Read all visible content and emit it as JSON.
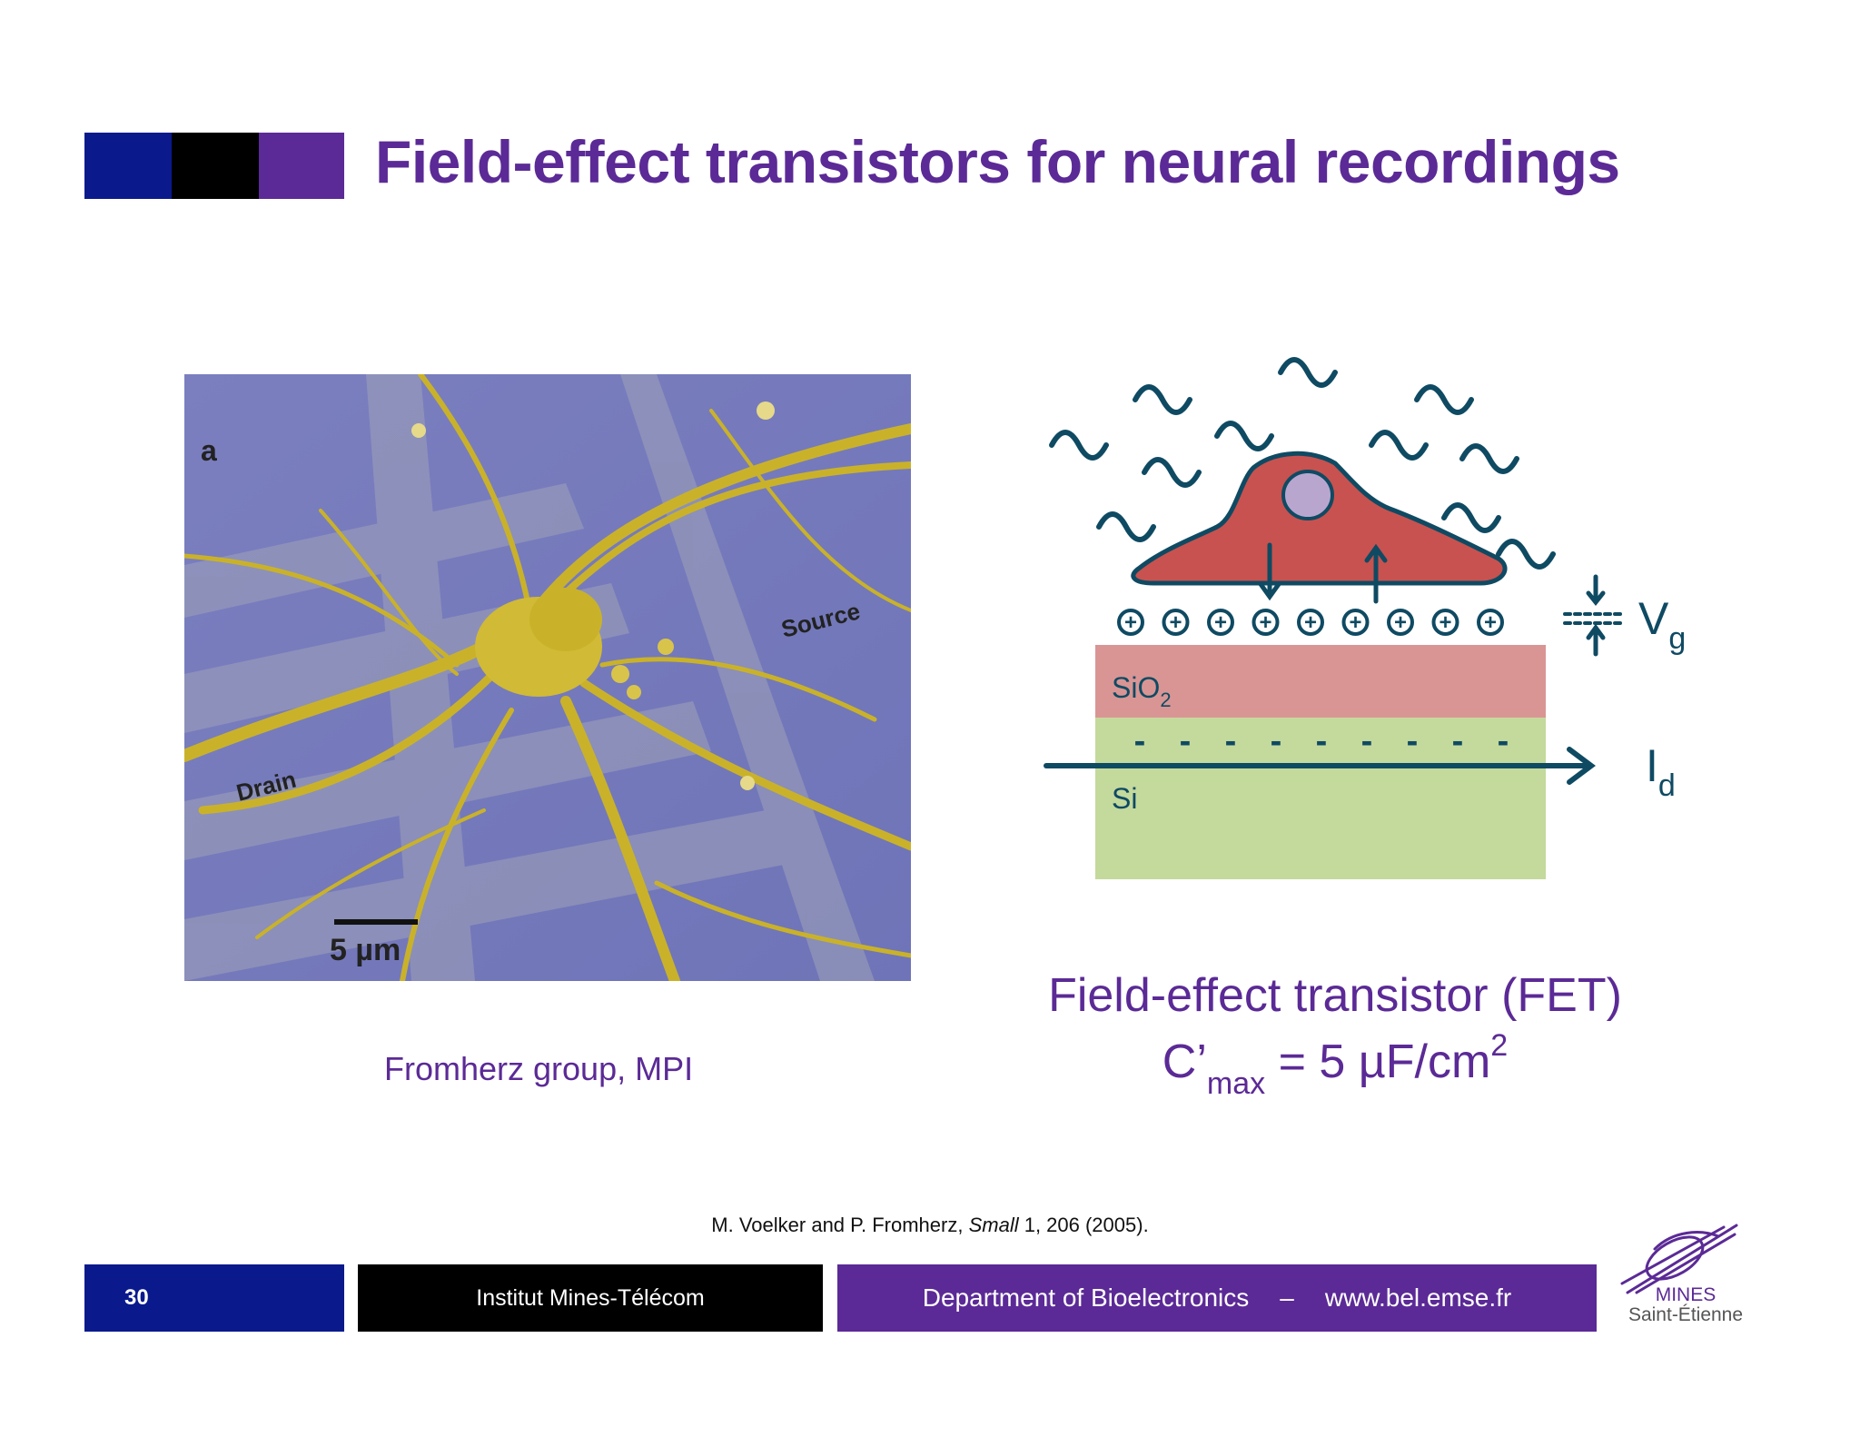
{
  "header": {
    "title": "Field-effect transistors for neural recordings",
    "bar_colors": [
      "#0a1a8c",
      "#000000",
      "#5b2a96"
    ]
  },
  "photo": {
    "panel_label": "a",
    "source_label": "Source",
    "drain_label": "Drain",
    "scale_bar": "5 µm"
  },
  "caption_left": "Fromherz group, MPI",
  "diagram": {
    "oxide_label": "SiO",
    "oxide_sub": "2",
    "si_label": "Si",
    "vg_label": "V",
    "vg_sub": "g",
    "id_label": "I",
    "id_sub": "d",
    "plus_symbol": "+",
    "minus_symbol": "-"
  },
  "fet": {
    "title": "Field-effect transistor (FET)",
    "formula_prefix": "C’",
    "formula_sub": "max",
    "formula_mid": " = 5 µF/cm",
    "formula_sup": "2"
  },
  "reference": {
    "authors": "M. Voelker and P. Fromherz, ",
    "journal": "Small",
    "rest": " 1, 206 (2005)."
  },
  "footer": {
    "page_number": "30",
    "institution": "Institut Mines-Télécom",
    "department": "Department of Bioelectronics",
    "separator": "–",
    "website": "www.bel.emse.fr"
  },
  "logo": {
    "line1": "MINES",
    "line2": "Saint-Étienne"
  },
  "colors": {
    "accent_purple": "#5b2a96",
    "navy": "#0a1a8c",
    "diagram_teal": "#0f4a63",
    "cell_red": "#c8524f",
    "nucleus": "#b9a6cf",
    "oxide": "#d99594",
    "silicon": "#c4d99c"
  }
}
